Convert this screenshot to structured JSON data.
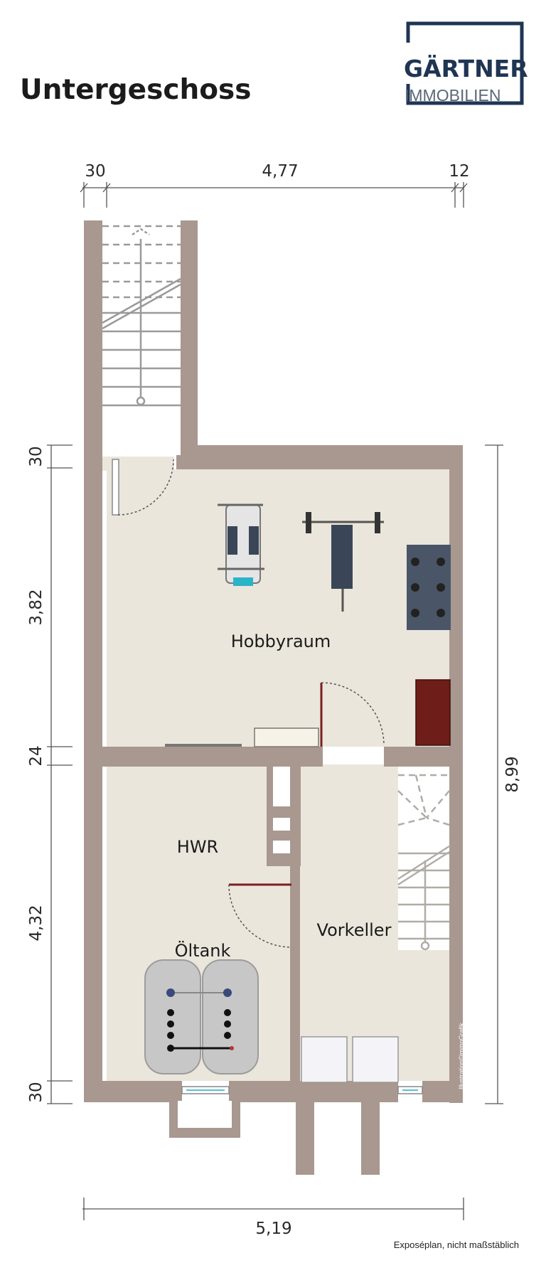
{
  "title": "Untergeschoss",
  "logo": {
    "name": "GÄRTNER",
    "sub": "IMMOBILIEN",
    "color": "#1f3553"
  },
  "footnote": "Exposéplan, nicht maßstäblich",
  "credit": "Illustration©immoGrafik",
  "rooms": {
    "hobby": "Hobbyraum",
    "hwr": "HWR",
    "vorkeller": "Vorkeller",
    "tank": "Öltank"
  },
  "dimensions": {
    "top": [
      "30",
      "4,77",
      "12"
    ],
    "left": [
      "30",
      "3,82",
      "24",
      "4,32",
      "30"
    ],
    "right": "8,99",
    "bottom": "5,19"
  },
  "colors": {
    "wall": "#a89890",
    "floor": "#ebe6dc",
    "door": "#7a1f1f"
  }
}
